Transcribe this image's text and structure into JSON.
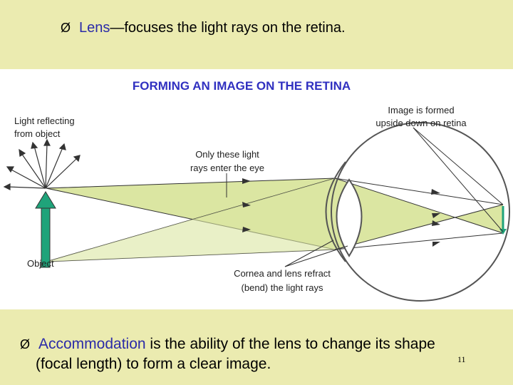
{
  "top_bullet": {
    "marker": "Ø",
    "term": "Lens",
    "rest": "—focuses the light rays on the retina."
  },
  "figure": {
    "title": "FORMING AN IMAGE ON THE RETINA",
    "labels": {
      "light_reflecting_line1": "Light reflecting",
      "light_reflecting_line2": "from object",
      "image_formed_line1": "Image is formed",
      "image_formed_line2": "upside down on retina",
      "only_these_line1": "Only these light",
      "only_these_line2": "rays enter the eye",
      "object": "Object",
      "cornea_line1": "Cornea and lens refract",
      "cornea_line2": "(bend) the light rays"
    },
    "colors": {
      "title": "#3030c0",
      "light_cone": "#dbe6a2",
      "object_arrow": "#1fa37a",
      "outline": "#555555"
    }
  },
  "bottom_bullet": {
    "marker": "Ø",
    "term": "Accommodation",
    "rest_line1": " is the ability of the lens to change its shape",
    "line2": "(focal length) to form a clear image."
  },
  "slide_number": "11"
}
